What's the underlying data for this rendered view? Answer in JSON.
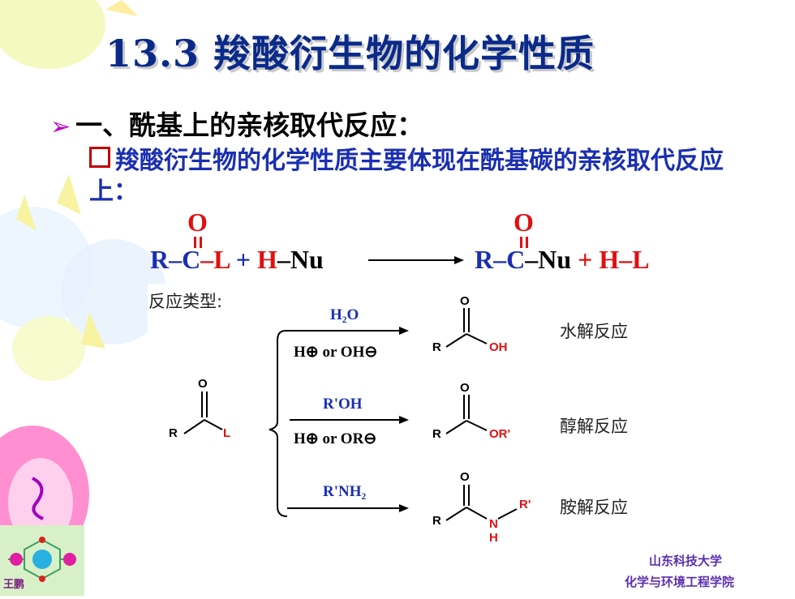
{
  "title": "13.3 羧酸衍生物的化学性质",
  "section": {
    "heading": "一、酰基上的亲核取代反应：",
    "paragraph": "羧酸衍生物的化学性质主要体现在酰基碳的亲核取代反应上："
  },
  "equation": {
    "lhs_O": "O",
    "lhs_R": "R–",
    "lhs_C": "C",
    "lhs_L": "–L",
    "plus1": " + ",
    "H": "H",
    "Nu": "–Nu",
    "rhs_O": "O",
    "rhs_R": "R–",
    "rhs_C": "C",
    "rhs_Nu": "–Nu",
    "plus2": " + ",
    "HL": "H–L"
  },
  "scheme": {
    "types_label": "反应类型:",
    "substrate_R": "R",
    "substrate_O": "O",
    "substrate_L": "L",
    "reactions": [
      {
        "reagent_top": "H₂O",
        "reagent_bottom": "H⊕ or OH⊖",
        "product_left": "R",
        "product_right": "OH",
        "product_O": "O",
        "name": "水解反应"
      },
      {
        "reagent_top": "R'OH",
        "reagent_bottom": "H⊕ or OR⊖",
        "product_left": "R",
        "product_right": "OR'",
        "product_O": "O",
        "name": "醇解反应"
      },
      {
        "reagent_top": "R'NH₂",
        "reagent_bottom": "",
        "product_left": "R",
        "product_right": "R'",
        "product_O": "O",
        "product_N": "N",
        "product_H": "H",
        "name": "胺解反应"
      }
    ]
  },
  "footer": {
    "line1": "山东科技大学",
    "line2": "化学与环境工程学院",
    "author": "王鹏"
  },
  "colors": {
    "title": "#0a2a8a",
    "accent_blue": "#1a2fb0",
    "accent_red": "#e01010",
    "bullet_magenta": "#c000c0",
    "footer_purple": "#5b2fb0"
  }
}
